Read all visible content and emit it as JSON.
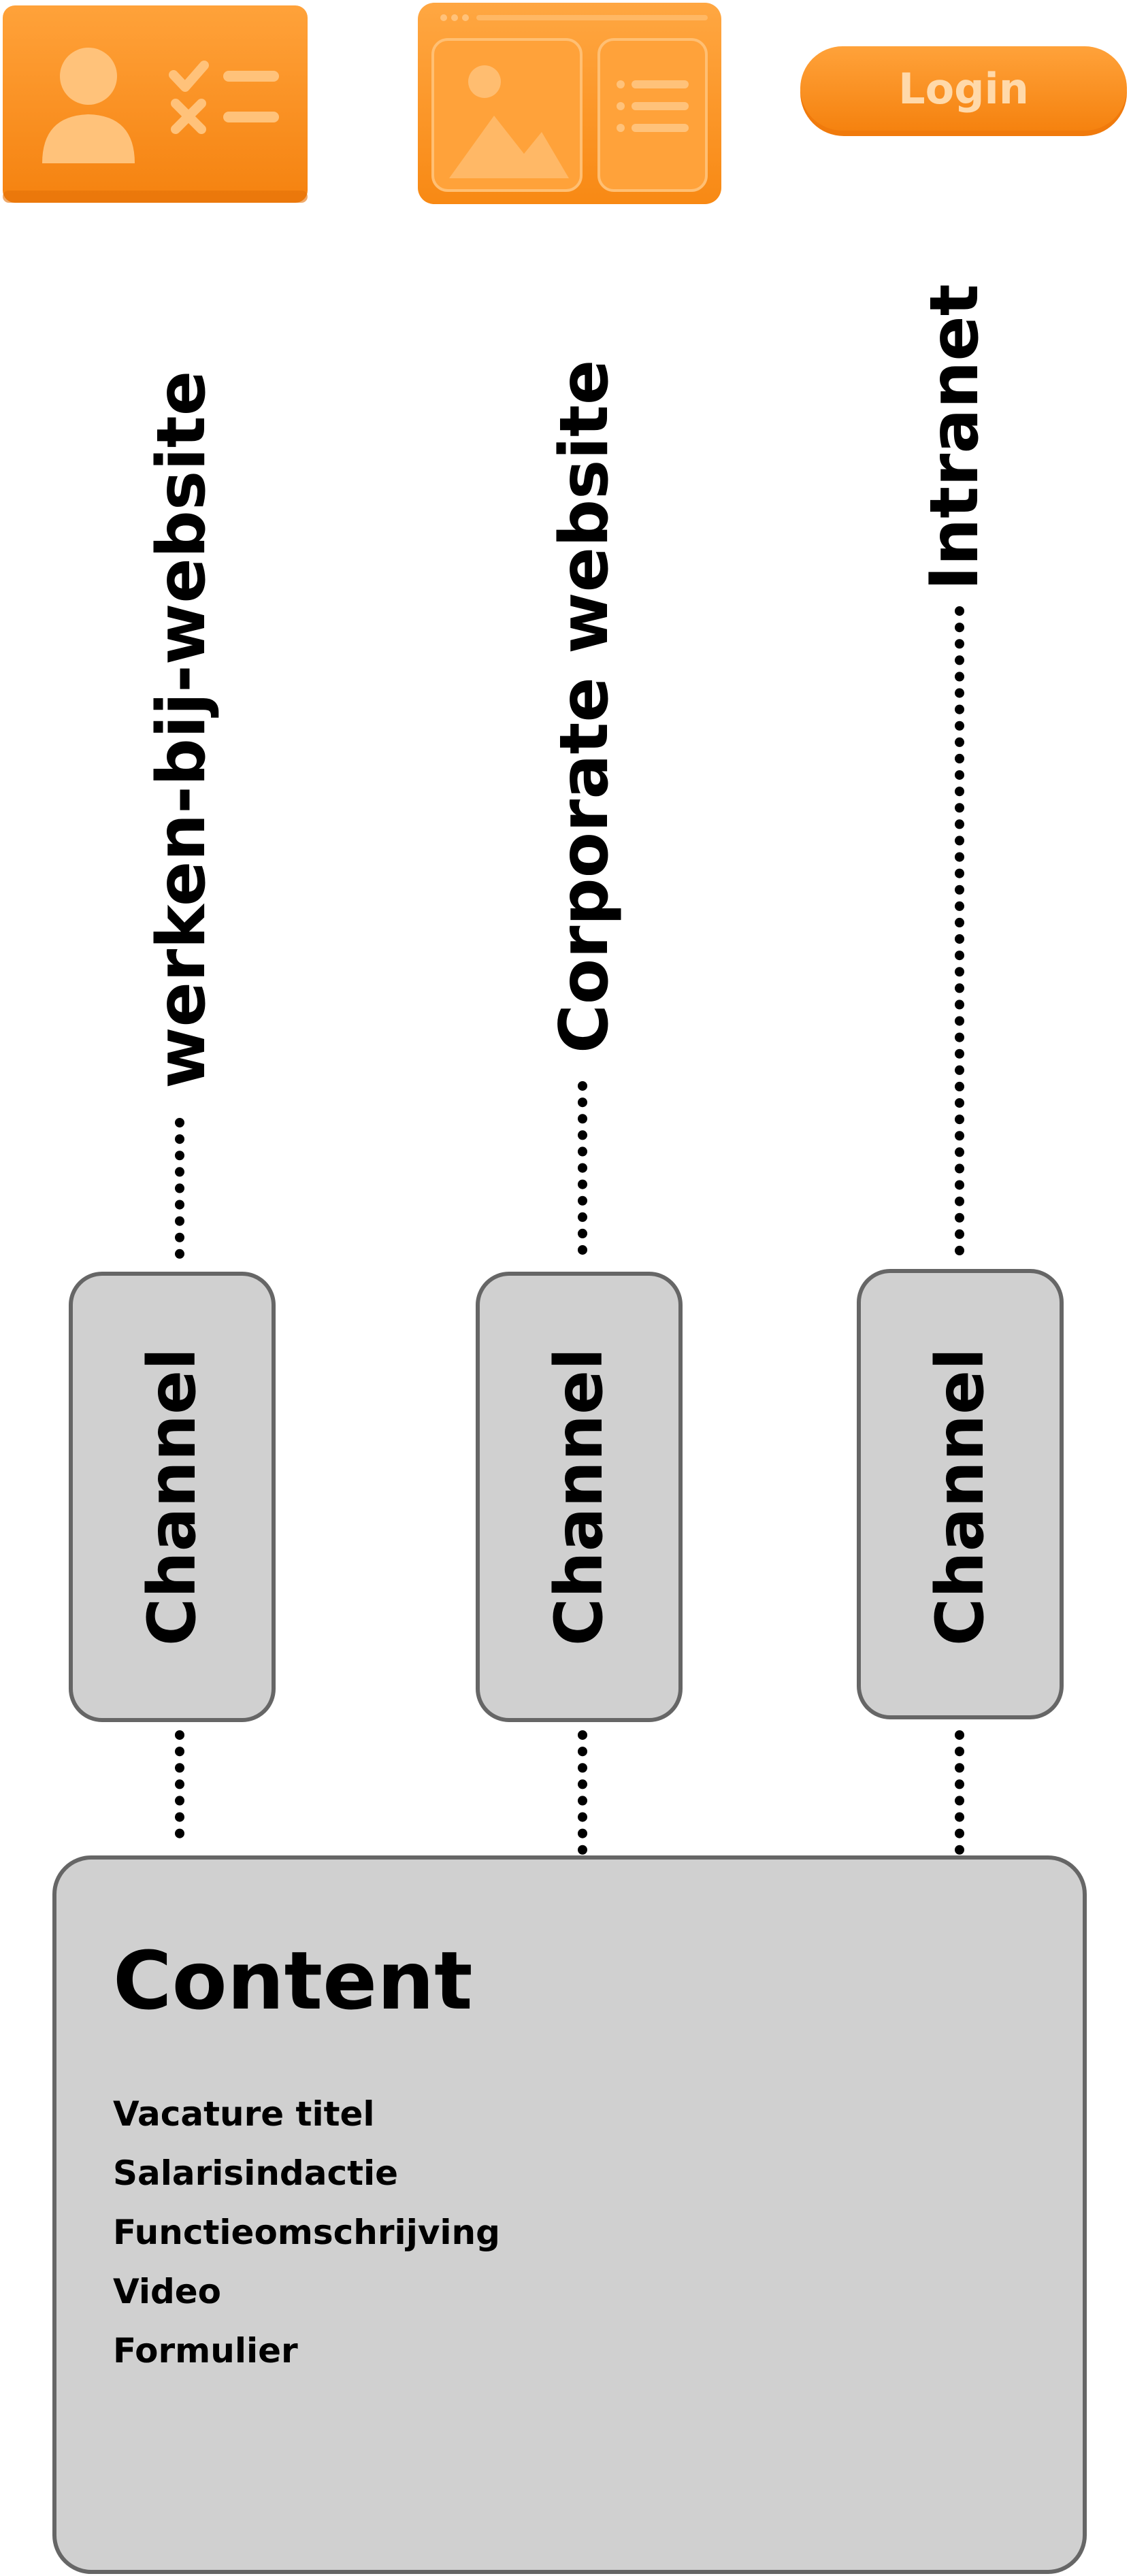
{
  "icons": {
    "careers_icon": "careers-profile-checklist-icon",
    "website_icon": "website-layout-icon",
    "login_button": {
      "label": "Login"
    }
  },
  "sites": [
    {
      "label": "werken-bij-website"
    },
    {
      "label": "Corporate website"
    },
    {
      "label": "Intranet"
    }
  ],
  "channels": [
    {
      "label": "Channel"
    },
    {
      "label": "Channel"
    },
    {
      "label": "Channel"
    }
  ],
  "content": {
    "title": "Content",
    "fields": [
      "Vacature titel",
      "Salarisindactie",
      "Functieomschrijving",
      "Video",
      "Formulier"
    ]
  },
  "colors": {
    "orange": "#ff8a1c",
    "orange_dark": "#f07a0c",
    "orange_light": "#ffae55",
    "box_fill": "#d0d0d0",
    "box_stroke": "#666666",
    "text": "#000000"
  }
}
